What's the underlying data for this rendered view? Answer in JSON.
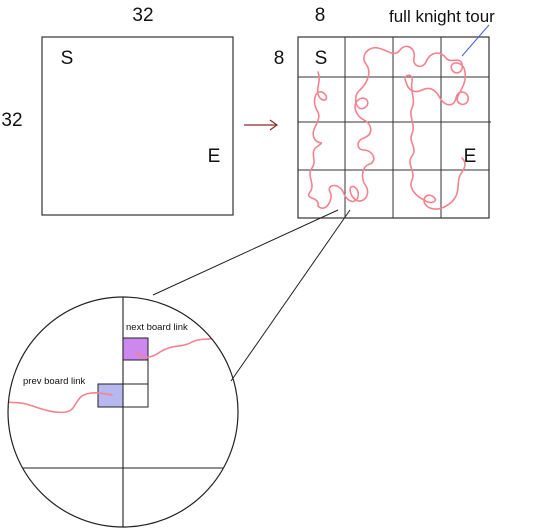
{
  "left_board": {
    "size_top": "32",
    "size_side": "32",
    "start": "S",
    "end": "E"
  },
  "right_board": {
    "size_top": "8",
    "size_side": "8",
    "start": "S",
    "end": "E",
    "annotation": "full knight tour"
  },
  "zoom": {
    "next_link_label": "next board link",
    "prev_link_label": "prev board link"
  },
  "colors": {
    "tour": "#f4838f",
    "arrow": "#8b2b2b",
    "pointer": "#4a5fd6",
    "next_link_fill": "#cc88ee",
    "prev_link_fill": "#b8b8f0"
  }
}
